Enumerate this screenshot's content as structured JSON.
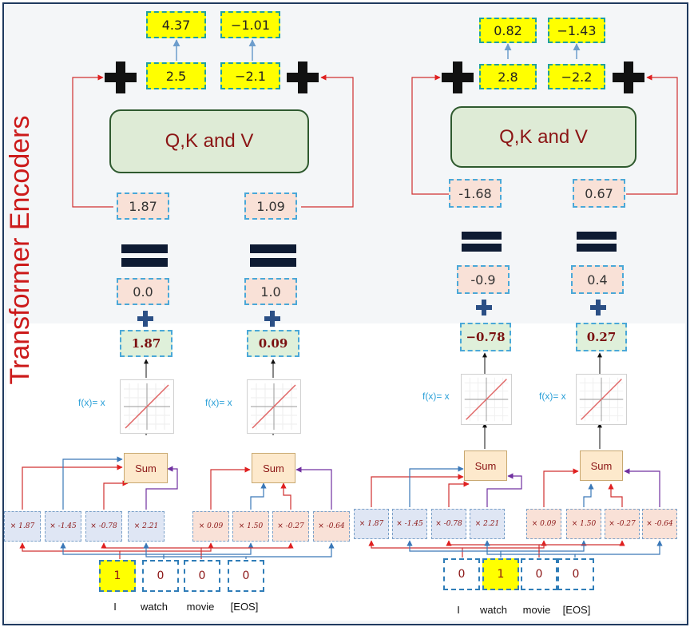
{
  "title": "Transformer Encoders",
  "qkv_label": "Q,K and V",
  "fx_label": "f(x)= x",
  "sum_label": "Sum",
  "words": [
    "I",
    "watch",
    "movie",
    "[EOS]"
  ],
  "encoders": [
    {
      "outputs": [
        "4.37",
        "−1.01"
      ],
      "attention": [
        "2.5",
        "−2.1"
      ],
      "values": [
        "1.87",
        "1.09"
      ],
      "position": [
        "0.0",
        "1.0"
      ],
      "embedding": [
        "1.87",
        "0.09"
      ],
      "weights": [
        [
          "× 1.87",
          "× -1.45",
          "× -0.78",
          "× 2.21"
        ],
        [
          "× 0.09",
          "× 1.50",
          "× -0.27",
          "× -0.64"
        ]
      ],
      "onehot": [
        "1",
        "0",
        "0",
        "0"
      ]
    },
    {
      "outputs": [
        "0.82",
        "−1.43"
      ],
      "attention": [
        "2.8",
        "−2.2"
      ],
      "values": [
        "-1.68",
        "0.67"
      ],
      "position": [
        "-0.9",
        "0.4"
      ],
      "embedding": [
        "−0.78",
        "0.27"
      ],
      "weights": [
        [
          "× 1.87",
          "× -1.45",
          "× -0.78",
          "× 2.21"
        ],
        [
          "× 0.09",
          "× 1.50",
          "× -0.27",
          "× -0.64"
        ]
      ],
      "onehot": [
        "0",
        "1",
        "0",
        "0"
      ]
    }
  ]
}
